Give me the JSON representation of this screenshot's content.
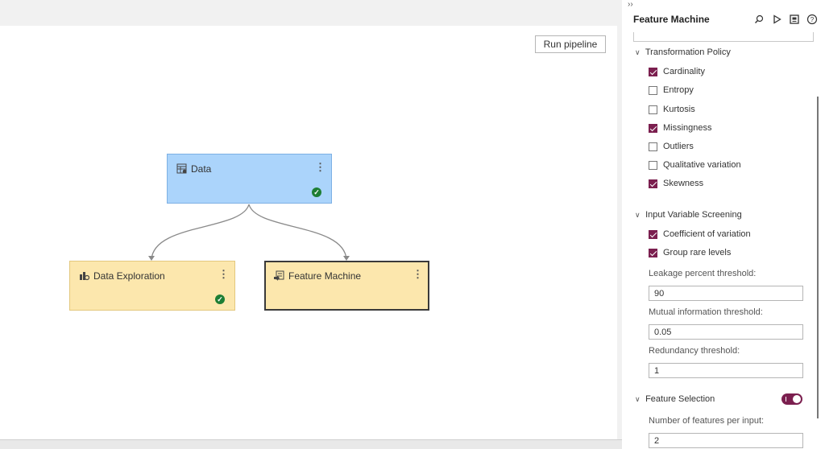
{
  "canvas": {
    "run_label": "Run pipeline",
    "nodes": {
      "data": {
        "title": "Data",
        "status": "complete"
      },
      "exploration": {
        "title": "Data Exploration",
        "status": "complete"
      },
      "feature_machine": {
        "title": "Feature Machine"
      }
    },
    "kebab": "⋮",
    "check": "✓"
  },
  "panel": {
    "collapse": "››",
    "title": "Feature Machine",
    "icons": [
      "search-icon",
      "run-icon",
      "save-icon",
      "help-icon"
    ],
    "transformation_policy": {
      "title": "Transformation Policy",
      "items": [
        {
          "label": "Cardinality",
          "checked": true
        },
        {
          "label": "Entropy",
          "checked": false
        },
        {
          "label": "Kurtosis",
          "checked": false
        },
        {
          "label": "Missingness",
          "checked": true
        },
        {
          "label": "Outliers",
          "checked": false
        },
        {
          "label": "Qualitative variation",
          "checked": false
        },
        {
          "label": "Skewness",
          "checked": true
        }
      ]
    },
    "input_screening": {
      "title": "Input Variable Screening",
      "items": [
        {
          "label": "Coefficient of variation",
          "checked": true
        },
        {
          "label": "Group rare levels",
          "checked": true
        }
      ],
      "leakage_label": "Leakage percent threshold:",
      "leakage_value": "90",
      "mutual_label": "Mutual information threshold:",
      "mutual_value": "0.05",
      "redundancy_label": "Redundancy threshold:",
      "redundancy_value": "1"
    },
    "feature_selection": {
      "title": "Feature Selection",
      "enabled": true,
      "num_label": "Number of features per input:",
      "num_value": "2"
    }
  },
  "colors": {
    "accent": "#7b1f4f",
    "data_node": "#abd4fb",
    "other_node": "#fce7ad",
    "status_ok": "#1e7e34"
  }
}
